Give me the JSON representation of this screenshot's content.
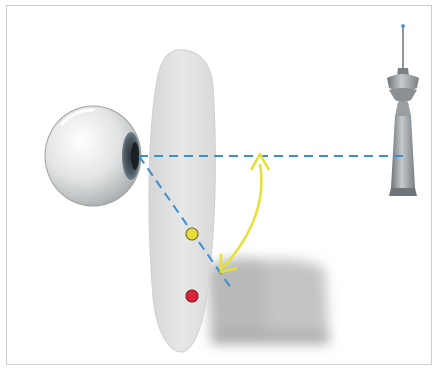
{
  "diagram": {
    "elements": {
      "eye": "eye",
      "lens": "progressive-lens",
      "tower": "distant-tower",
      "book": "open-book",
      "far_zone_dot": "far-near-transition-point",
      "near_zone_dot": "near-reading-point"
    },
    "colors": {
      "sight_line": "#3d8fd1",
      "arrow": "#e6e03a",
      "far_zone_dot": "#e9dc3d",
      "near_zone_dot": "#d9253b",
      "lens_fill": "#e3e3e3",
      "eye_white": "#d7d9da",
      "iris": "#4f5b64",
      "book": "#b9b9b9",
      "tower": "#8b8f93"
    }
  }
}
